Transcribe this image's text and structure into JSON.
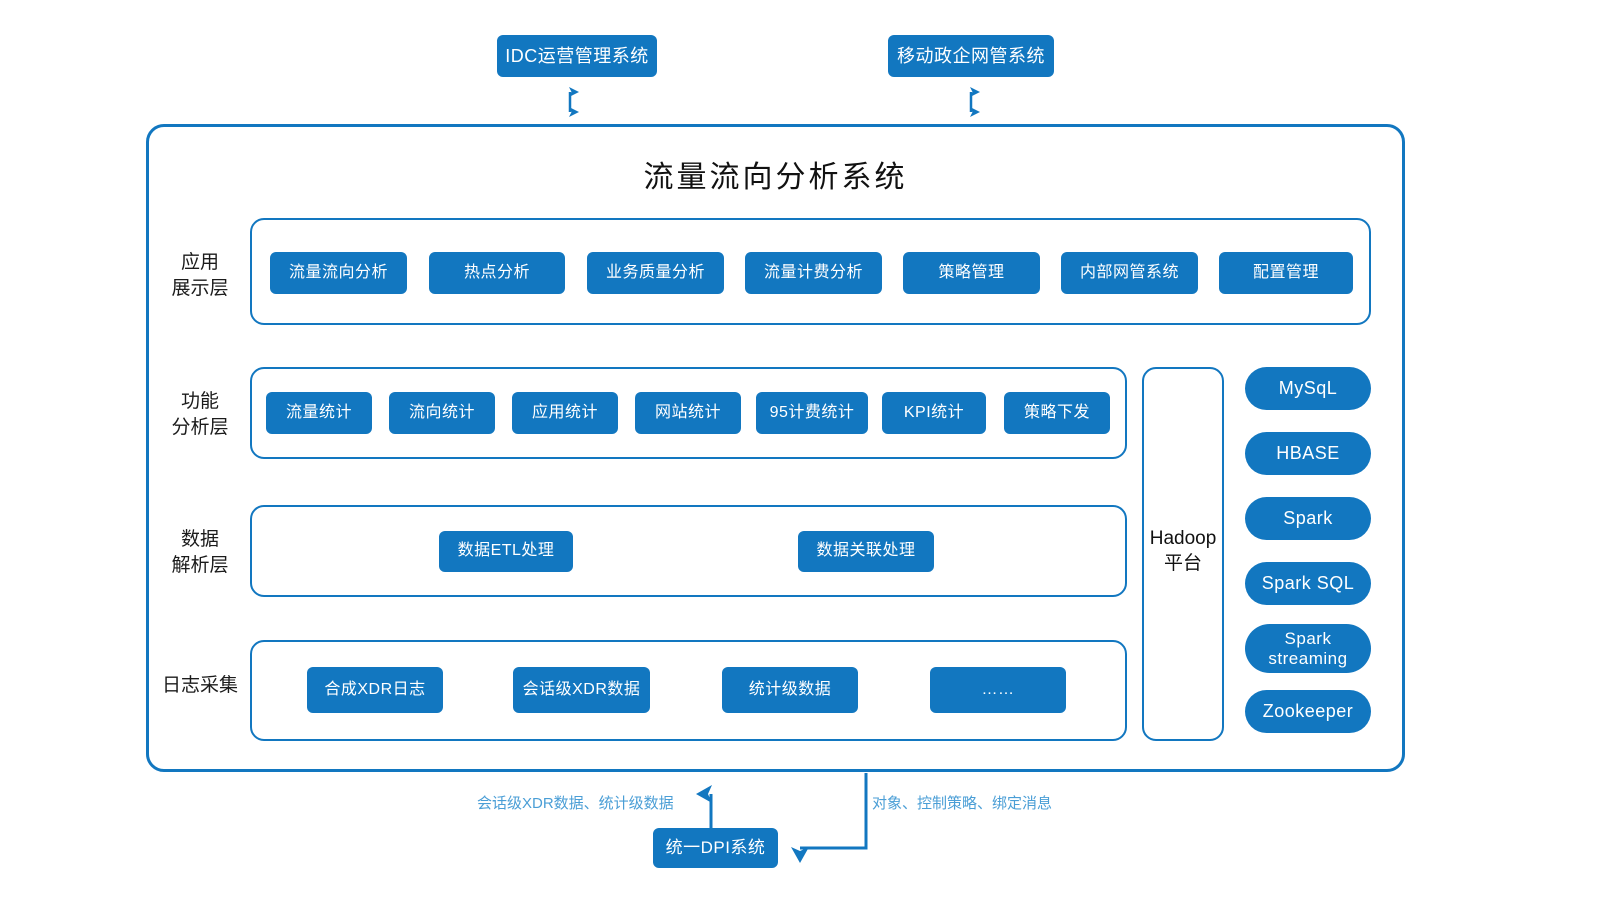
{
  "diagram": {
    "title": "流量流向分析系统",
    "accent_color": "#1277c0",
    "label_color": "#4a9ed6"
  },
  "external_systems": [
    {
      "label": "IDC运营管理系统"
    },
    {
      "label": "移动政企网管系统"
    }
  ],
  "layers": [
    {
      "name": "application-layer",
      "label": "应用\n展示层",
      "items": [
        {
          "label": "流量流向分析"
        },
        {
          "label": "热点分析"
        },
        {
          "label": "业务质量分析"
        },
        {
          "label": "流量计费分析"
        },
        {
          "label": "策略管理"
        },
        {
          "label": "内部网管系统"
        },
        {
          "label": "配置管理"
        }
      ]
    },
    {
      "name": "function-analysis-layer",
      "label": "功能\n分析层",
      "items": [
        {
          "label": "流量统计"
        },
        {
          "label": "流向统计"
        },
        {
          "label": "应用统计"
        },
        {
          "label": "网站统计"
        },
        {
          "label": "95计费统计"
        },
        {
          "label": "KPI统计"
        },
        {
          "label": "策略下发"
        }
      ]
    },
    {
      "name": "data-parsing-layer",
      "label": "数据\n解析层",
      "items": [
        {
          "label": "数据ETL处理"
        },
        {
          "label": "数据关联处理"
        }
      ]
    },
    {
      "name": "log-collection-layer",
      "label": "日志采集",
      "items": [
        {
          "label": "合成XDR日志"
        },
        {
          "label": "会话级XDR数据"
        },
        {
          "label": "统计级数据"
        },
        {
          "label": "……"
        }
      ]
    }
  ],
  "platform": {
    "label": "Hadoop\n平台"
  },
  "tech_stack": [
    {
      "label": "MySqL"
    },
    {
      "label": "HBASE"
    },
    {
      "label": "Spark"
    },
    {
      "label": "Spark SQL"
    },
    {
      "label": "Spark\nstreaming"
    },
    {
      "label": "Zookeeper"
    }
  ],
  "bottom": {
    "dpi_system": "统一DPI系统",
    "flow_up_label": "会话级XDR数据、统计级数据",
    "flow_down_label": "对象、控制策略、绑定消息"
  }
}
